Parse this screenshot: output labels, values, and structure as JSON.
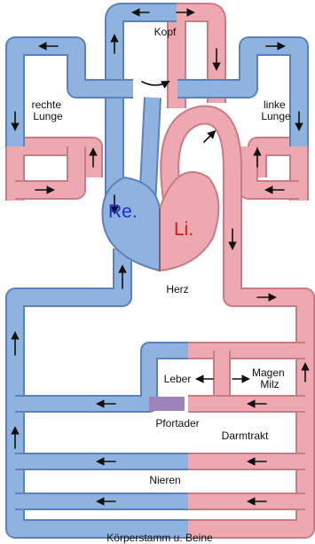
{
  "labels": {
    "head": "Kopf",
    "right_lung": "rechte\nLunge",
    "left_lung": "linke\nLunge",
    "right_side": "Re.",
    "left_side": "Li.",
    "heart": "Herz",
    "liver": "Leber",
    "stomach_spleen": "Magen\nMilz",
    "portal_vein": "Pfortader",
    "intestinal_tract": "Darmtrakt",
    "kidneys": "Nieren",
    "trunk_legs": "Körperstamm u. Beine"
  },
  "colors": {
    "deoxygenated_blue": "#8fb2de",
    "deoxygenated_blue_outline": "#5a83bd",
    "oxygenated_red": "#eda8b0",
    "oxygenated_red_outline": "#c97b86",
    "portal_mix": "#9c84bb",
    "right_label_color": "#1b2dd6",
    "left_label_color": "#d81616",
    "arrow_color": "#111111"
  },
  "icons": [
    "flow-arrow-icon"
  ]
}
